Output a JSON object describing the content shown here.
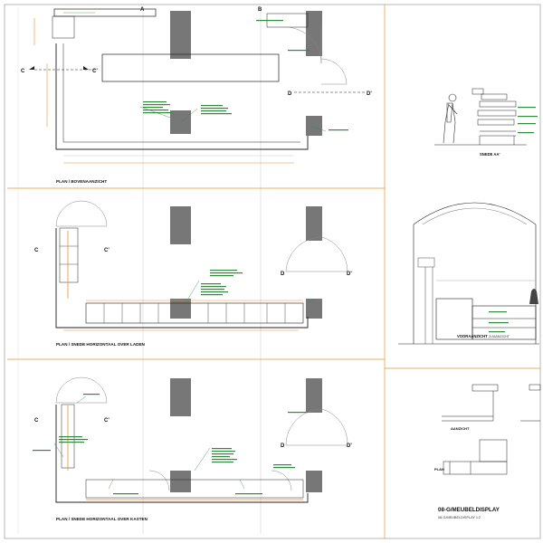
{
  "sheet": {
    "title": "08-G/MEUBELDISPLAY",
    "subtitle": "08-G/MEUBELDISPLAY 1:2"
  },
  "views": {
    "plan_1": "PLAN / BOVENAANZICHT",
    "plan_2": "PLAN / SNEDE HORIZONTAAL OVER LADEN",
    "plan_3": "PLAN / SNEDE HORIZONTAAL OVER KASTEN",
    "section_aa": "SNEDE AA'",
    "front_view": "VOORAANZICHT",
    "side_view": "ZIJAANZICHT",
    "aanzicht": "AANZICHT",
    "plan_small": "PLAN"
  },
  "section_markers": {
    "c": "C",
    "c_prime": "C'",
    "d": "D",
    "d_prime": "D'",
    "a": "A",
    "b": "B"
  },
  "colors": {
    "line": "#222222",
    "wall": "#777777",
    "annotation_green": "#2e8b3a",
    "accent_orange": "#e8932c",
    "grid": "#bbbbbb"
  }
}
